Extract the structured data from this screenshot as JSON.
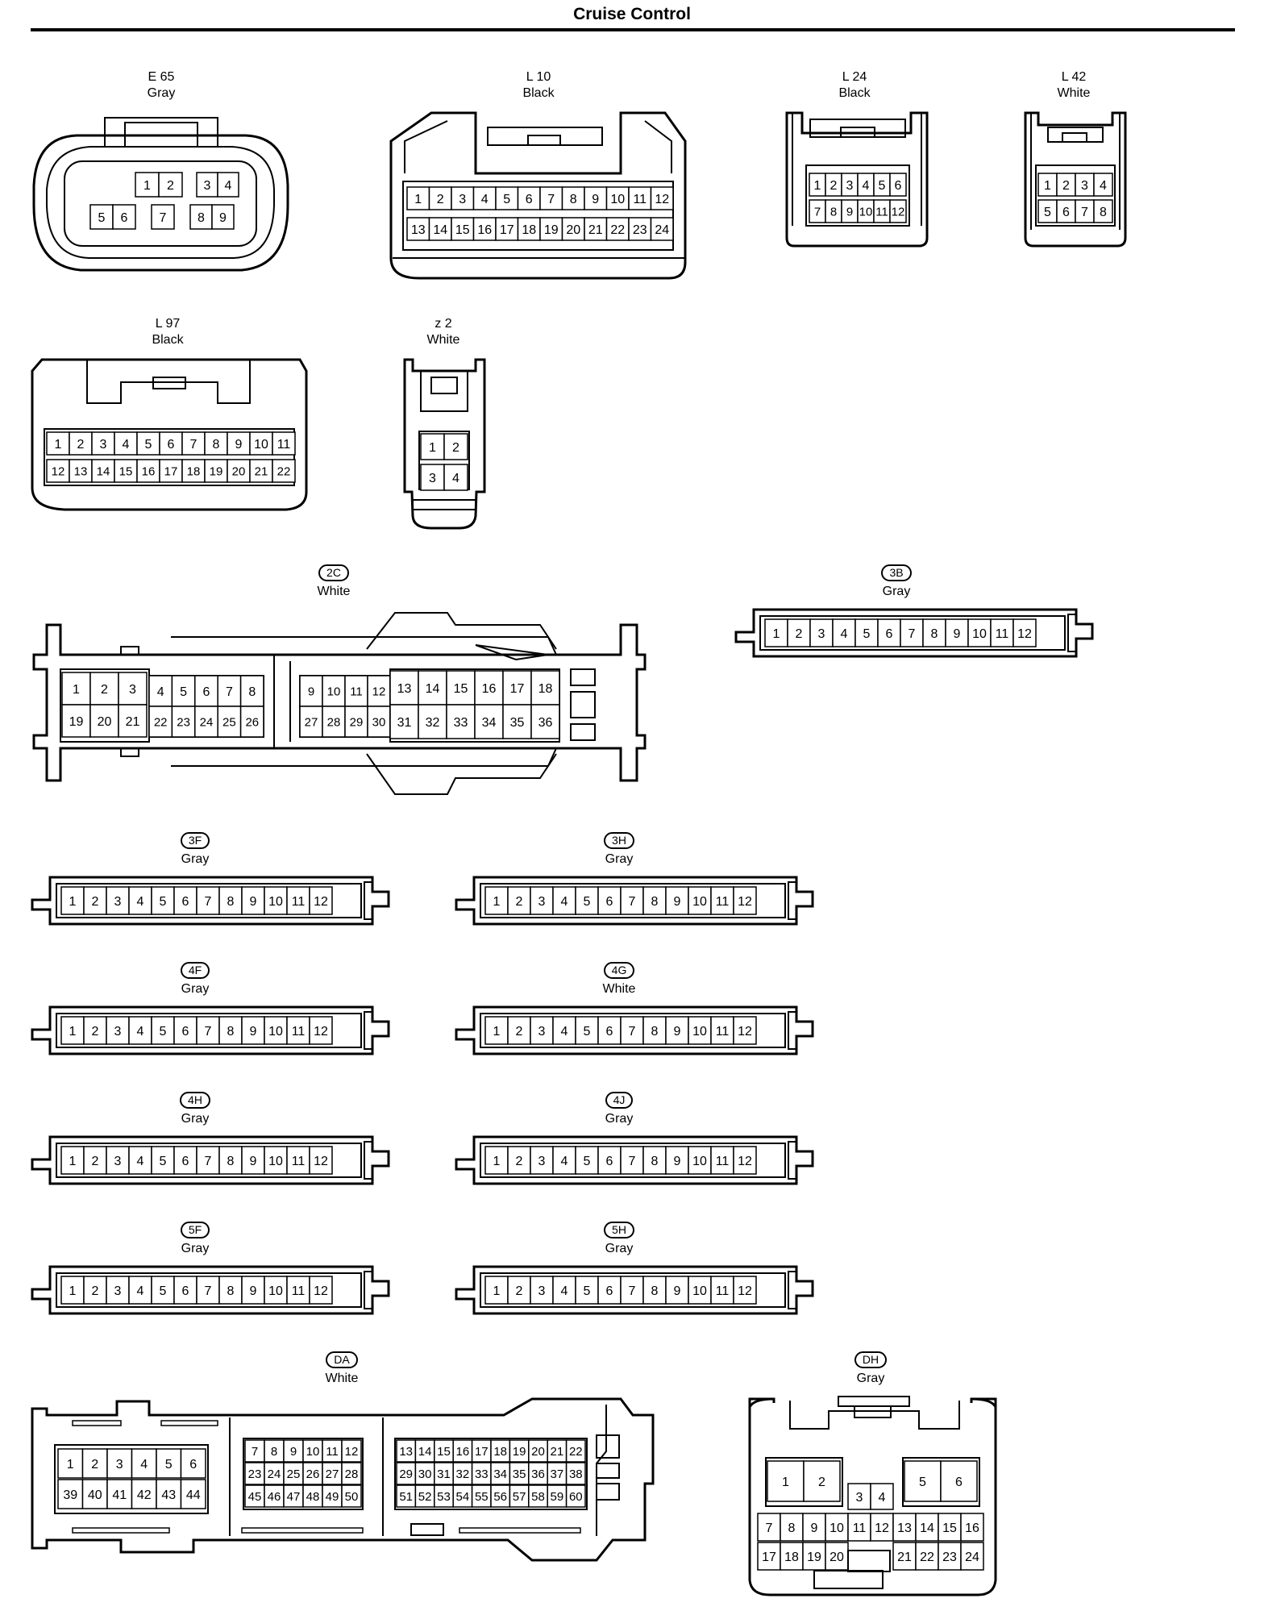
{
  "page": {
    "title": "Cruise Control"
  },
  "connectors": [
    {
      "id": "E65",
      "code": "E 65",
      "color": "Gray",
      "badge": false
    },
    {
      "id": "L10",
      "code": "L 10",
      "color": "Black",
      "badge": false
    },
    {
      "id": "L24",
      "code": "L 24",
      "color": "Black",
      "badge": false
    },
    {
      "id": "L42",
      "code": "L 42",
      "color": "White",
      "badge": false
    },
    {
      "id": "L97",
      "code": "L 97",
      "color": "Black",
      "badge": false
    },
    {
      "id": "z2",
      "code": "z 2",
      "color": "White",
      "badge": false
    },
    {
      "id": "2C",
      "code": "2C",
      "color": "White",
      "badge": true
    },
    {
      "id": "3B",
      "code": "3B",
      "color": "Gray",
      "badge": true
    },
    {
      "id": "3F",
      "code": "3F",
      "color": "Gray",
      "badge": true
    },
    {
      "id": "3H",
      "code": "3H",
      "color": "Gray",
      "badge": true
    },
    {
      "id": "4F",
      "code": "4F",
      "color": "Gray",
      "badge": true
    },
    {
      "id": "4G",
      "code": "4G",
      "color": "White",
      "badge": true
    },
    {
      "id": "4H",
      "code": "4H",
      "color": "Gray",
      "badge": true
    },
    {
      "id": "4J",
      "code": "4J",
      "color": "Gray",
      "badge": true
    },
    {
      "id": "5F",
      "code": "5F",
      "color": "Gray",
      "badge": true
    },
    {
      "id": "5H",
      "code": "5H",
      "color": "Gray",
      "badge": true
    },
    {
      "id": "DA",
      "code": "DA",
      "color": "White",
      "badge": true
    },
    {
      "id": "DH",
      "code": "DH",
      "color": "Gray",
      "badge": true
    }
  ]
}
